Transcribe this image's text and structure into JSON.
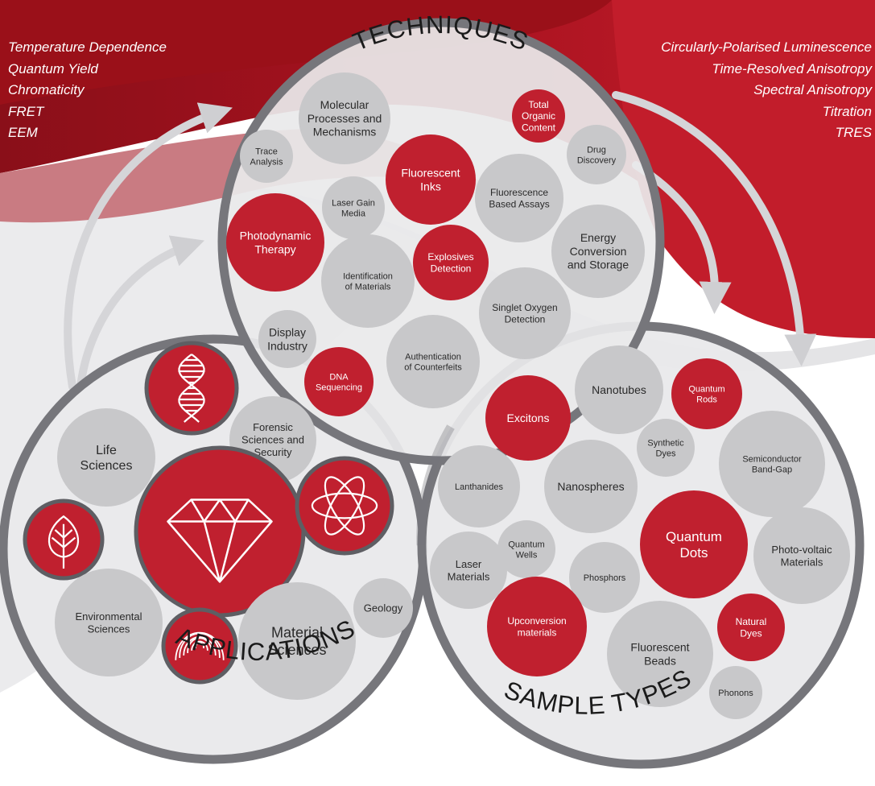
{
  "colors": {
    "red": "#c0202f",
    "grey": "#c8c8ca",
    "ring": "#76767b",
    "fill": "#e9e9eb"
  },
  "headings": {
    "techniques": "TECHNIQUES",
    "applications": "APPLICATIONS",
    "sample_types": "SAMPLE TYPES"
  },
  "left_list": [
    "Temperature Dependence",
    "Quantum Yield",
    "Chromaticity",
    "FRET",
    "EEM"
  ],
  "right_list": [
    "Circularly-Polarised Luminescence",
    "Time-Resolved Anisotropy",
    "Spectral Anisotropy",
    "Titration",
    "TRES"
  ],
  "techniques": [
    {
      "lines": [
        "Molecular",
        "Processes and",
        "Mechanisms"
      ],
      "red": false
    },
    {
      "lines": [
        "Total",
        "Organic",
        "Content"
      ],
      "red": true
    },
    {
      "lines": [
        "Trace",
        "Analysis"
      ],
      "red": false
    },
    {
      "lines": [
        "Fluorescent",
        "Inks"
      ],
      "red": true
    },
    {
      "lines": [
        "Drug",
        "Discovery"
      ],
      "red": false
    },
    {
      "lines": [
        "Laser Gain",
        "Media"
      ],
      "red": false
    },
    {
      "lines": [
        "Fluorescence",
        "Based Assays"
      ],
      "red": false
    },
    {
      "lines": [
        "Photodynamic",
        "Therapy"
      ],
      "red": true
    },
    {
      "lines": [
        "Energy",
        "Conversion",
        "and Storage"
      ],
      "red": false
    },
    {
      "lines": [
        "Explosives",
        "Detection"
      ],
      "red": true
    },
    {
      "lines": [
        "Identification",
        "of Materials"
      ],
      "red": false
    },
    {
      "lines": [
        "Singlet Oxygen",
        "Detection"
      ],
      "red": false
    },
    {
      "lines": [
        "Display",
        "Industry"
      ],
      "red": false
    },
    {
      "lines": [
        "Authentication",
        "of Counterfeits"
      ],
      "red": false
    },
    {
      "lines": [
        "DNA",
        "Sequencing"
      ],
      "red": true
    }
  ],
  "applications": [
    {
      "lines": [
        "Life",
        "Sciences"
      ],
      "red": false,
      "icon": ""
    },
    {
      "lines": [],
      "red": true,
      "icon": "dna-icon"
    },
    {
      "lines": [
        "Forensic",
        "Sciences and",
        "Security"
      ],
      "red": false,
      "icon": ""
    },
    {
      "lines": [],
      "red": true,
      "icon": "leaf-icon"
    },
    {
      "lines": [],
      "red": true,
      "icon": "diamond-icon"
    },
    {
      "lines": [],
      "red": true,
      "icon": "atom-icon"
    },
    {
      "lines": [
        "Environmental",
        "Sciences"
      ],
      "red": false,
      "icon": ""
    },
    {
      "lines": [],
      "red": true,
      "icon": "fingerprint-icon"
    },
    {
      "lines": [
        "Material",
        "Sciences"
      ],
      "red": false,
      "icon": ""
    },
    {
      "lines": [
        "Geology"
      ],
      "red": false,
      "icon": ""
    }
  ],
  "sample_types": [
    {
      "lines": [
        "Excitons"
      ],
      "red": true
    },
    {
      "lines": [
        "Nanotubes"
      ],
      "red": false
    },
    {
      "lines": [
        "Quantum",
        "Rods"
      ],
      "red": true
    },
    {
      "lines": [
        "Synthetic",
        "Dyes"
      ],
      "red": false
    },
    {
      "lines": [
        "Semiconductor",
        "Band-Gap"
      ],
      "red": false
    },
    {
      "lines": [
        "Lanthanides"
      ],
      "red": false
    },
    {
      "lines": [
        "Nanospheres"
      ],
      "red": false
    },
    {
      "lines": [
        "Quantum",
        "Dots"
      ],
      "red": true
    },
    {
      "lines": [
        "Quantum",
        "Wells"
      ],
      "red": false
    },
    {
      "lines": [
        "Laser",
        "Materials"
      ],
      "red": false
    },
    {
      "lines": [
        "Phosphors"
      ],
      "red": false
    },
    {
      "lines": [
        "Photo-voltaic",
        "Materials"
      ],
      "red": false
    },
    {
      "lines": [
        "Upconversion",
        "materials"
      ],
      "red": true
    },
    {
      "lines": [
        "Fluorescent",
        "Beads"
      ],
      "red": false
    },
    {
      "lines": [
        "Natural",
        "Dyes"
      ],
      "red": true
    },
    {
      "lines": [
        "Phonons"
      ],
      "red": false
    }
  ]
}
